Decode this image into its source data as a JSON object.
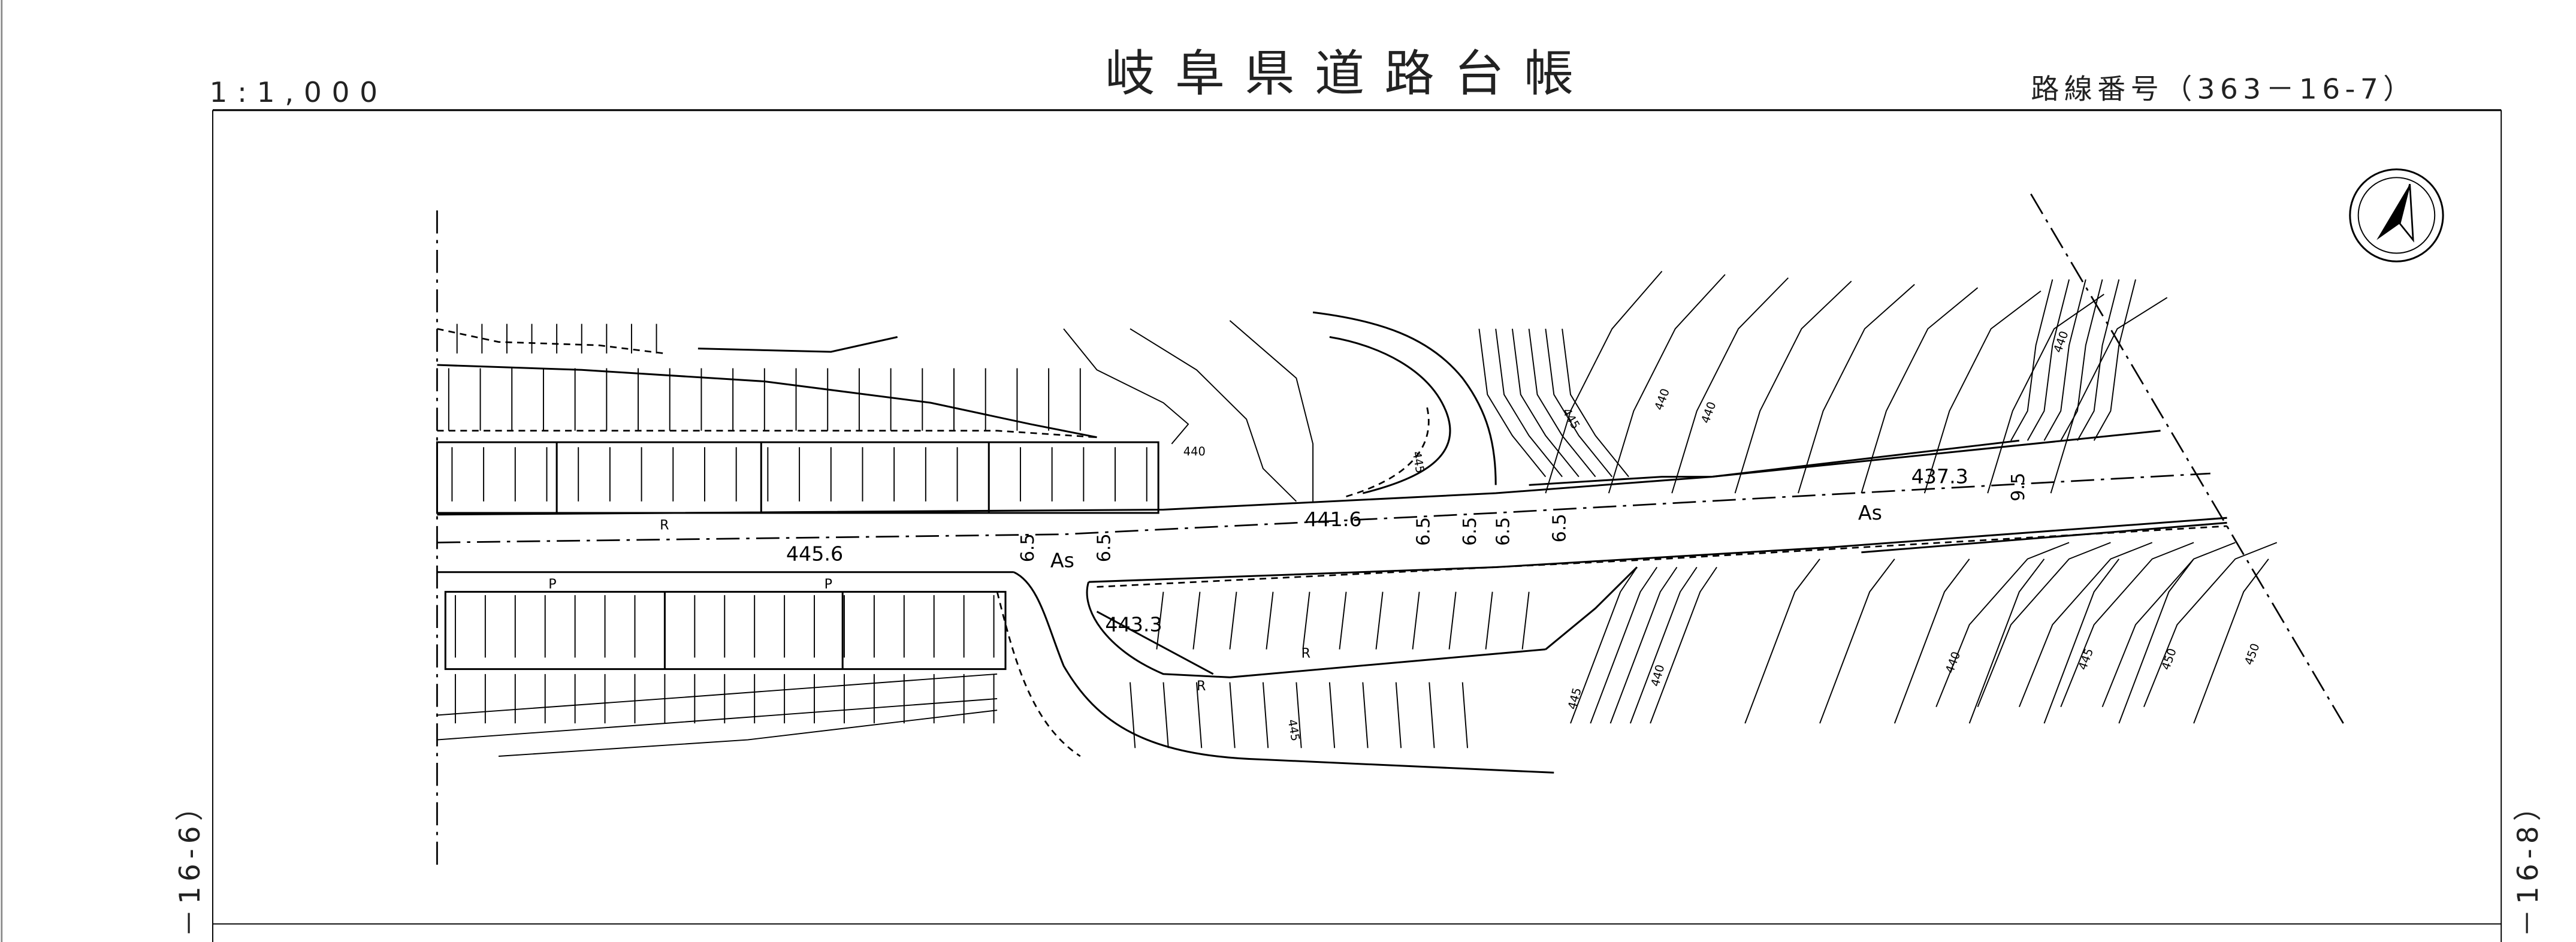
{
  "header": {
    "scale": "1:1,000",
    "title": "岐阜県道路台帳",
    "route_number": "路線番号（363－16-7）"
  },
  "side_labels": {
    "left": "－16-6）",
    "right": "－16-8）"
  },
  "map": {
    "elevations": [
      "445.6",
      "441.6",
      "437.3",
      "443.3"
    ],
    "widths": [
      "6.5",
      "6.5",
      "6.5",
      "6.5",
      "6.5",
      "6.5",
      "9.5"
    ],
    "surface": [
      "As",
      "As"
    ],
    "markers": [
      "R",
      "R",
      "R",
      "P",
      "P"
    ],
    "contours": [
      "440",
      "445",
      "440",
      "440",
      "445",
      "440",
      "445",
      "450",
      "450",
      "445",
      "440",
      "440",
      "445"
    ]
  },
  "north_arrow": "north-arrow"
}
